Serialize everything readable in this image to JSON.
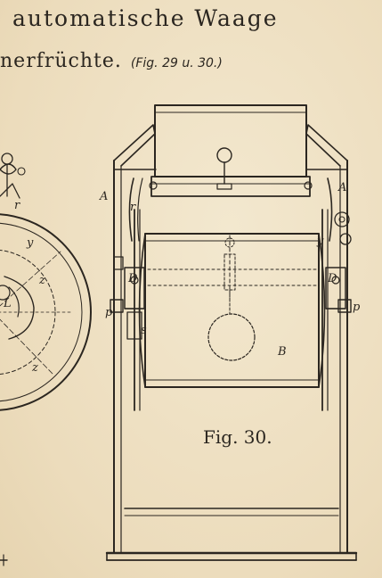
{
  "heading": {
    "line1": "automatische Waage",
    "line2": "nerfrüchte.",
    "figure_reference": "(Fig. 29 u. 30.)"
  },
  "figure_label": "Fig. 30.",
  "letters": {
    "A_left": "A",
    "A_right": "A",
    "r_left": "r",
    "r_fig29": "r",
    "y_right": "y",
    "y_fig29": "y",
    "z_fig29_a": "z",
    "z_fig29_b": "z",
    "L_fig29": "L",
    "D_left": "D",
    "D_right": "D",
    "p_left": "p",
    "p_right": "p",
    "s_left": "s",
    "B": "B"
  },
  "colors": {
    "paper": "#efe2c6",
    "ink": "#2b2620"
  }
}
